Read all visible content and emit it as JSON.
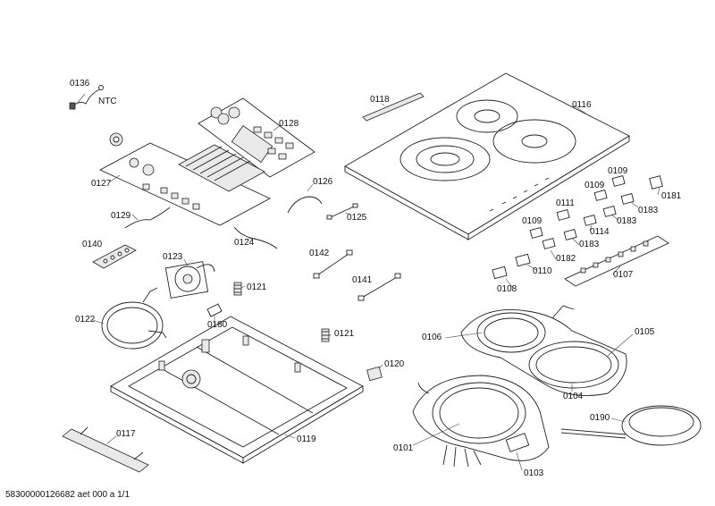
{
  "labels": [
    {
      "id": "p0136",
      "text": "0136"
    },
    {
      "id": "pNTC",
      "text": "NTC"
    },
    {
      "id": "p0118",
      "text": "0118"
    },
    {
      "id": "p0116",
      "text": "0116"
    },
    {
      "id": "p0128",
      "text": "0128"
    },
    {
      "id": "p0127",
      "text": "0127"
    },
    {
      "id": "p0126",
      "text": "0126"
    },
    {
      "id": "p0129",
      "text": "0129"
    },
    {
      "id": "p0125",
      "text": "0125"
    },
    {
      "id": "p0124",
      "text": "0124"
    },
    {
      "id": "p0140",
      "text": "0140"
    },
    {
      "id": "p0142",
      "text": "0142"
    },
    {
      "id": "p0123",
      "text": "0123"
    },
    {
      "id": "p0141",
      "text": "0141"
    },
    {
      "id": "p0121a",
      "text": "0121"
    },
    {
      "id": "p0122",
      "text": "0122"
    },
    {
      "id": "p0180",
      "text": "0180"
    },
    {
      "id": "p0121b",
      "text": "0121"
    },
    {
      "id": "p0120",
      "text": "0120"
    },
    {
      "id": "p0117",
      "text": "0117"
    },
    {
      "id": "p0119",
      "text": "0119"
    },
    {
      "id": "p0109a",
      "text": "0109"
    },
    {
      "id": "p0109b",
      "text": "0109"
    },
    {
      "id": "p0181",
      "text": "0181"
    },
    {
      "id": "p0111",
      "text": "0111"
    },
    {
      "id": "p0183a",
      "text": "0183"
    },
    {
      "id": "p0183b",
      "text": "0183"
    },
    {
      "id": "p0109c",
      "text": "0109"
    },
    {
      "id": "p0114",
      "text": "0114"
    },
    {
      "id": "p0183c",
      "text": "0183"
    },
    {
      "id": "p0182",
      "text": "0182"
    },
    {
      "id": "p0110",
      "text": "0110"
    },
    {
      "id": "p0107",
      "text": "0107"
    },
    {
      "id": "p0108",
      "text": "0108"
    },
    {
      "id": "p0106",
      "text": "0106"
    },
    {
      "id": "p0105",
      "text": "0105"
    },
    {
      "id": "p0104",
      "text": "0104"
    },
    {
      "id": "p0190",
      "text": "0190"
    },
    {
      "id": "p0101",
      "text": "0101"
    },
    {
      "id": "p0103",
      "text": "0103"
    }
  ],
  "footer": "58300000126682 aet 000 a 1/1"
}
